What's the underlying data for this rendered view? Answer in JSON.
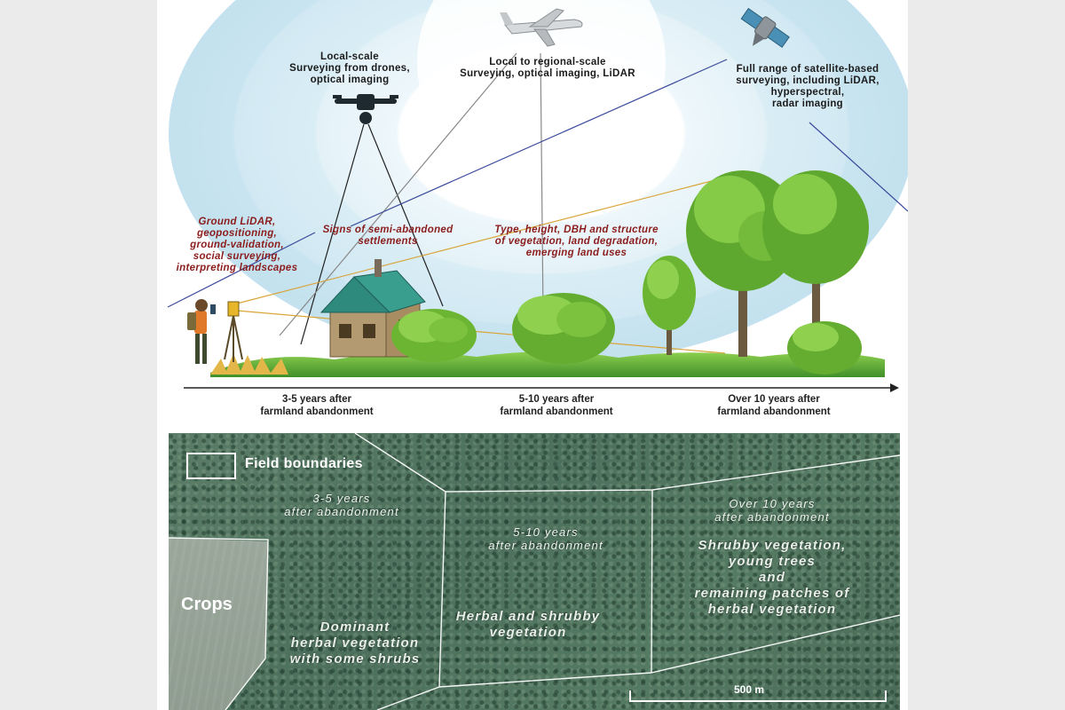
{
  "scan_levels": {
    "drone": [
      "Local-scale",
      "Surveying from drones,",
      "optical imaging"
    ],
    "aircraft": [
      "Local to regional-scale",
      "Surveying, optical imaging, LiDAR"
    ],
    "satellite": [
      "Full range of satellite-based",
      "surveying, including LiDAR,",
      "hyperspectral,",
      "radar imaging"
    ]
  },
  "ground_labels": {
    "ground": [
      "Ground LiDAR,",
      "geopositioning,",
      "ground-validation,",
      "social surveying,",
      "interpreting landscapes"
    ],
    "settlements": [
      "Signs of semi-abandoned",
      "settlements"
    ],
    "vegetation": [
      "Type, height, DBH and structure",
      "of vegetation, land degradation,",
      "emerging land uses"
    ]
  },
  "timeline": [
    [
      "3-5 years after",
      "farmland abandonment"
    ],
    [
      "5-10 years after",
      "farmland abandonment"
    ],
    [
      "Over 10 years after",
      "farmland abandonment"
    ]
  ],
  "photo": {
    "legend": "Field boundaries",
    "crops": "Crops",
    "scale": "500 m",
    "zone1": {
      "period": [
        "3-5 years",
        "after abandonment"
      ],
      "desc": [
        "Dominant",
        "herbal vegetation",
        "with some shrubs"
      ]
    },
    "zone2": {
      "period": [
        "5-10 years",
        "after abandonment"
      ],
      "desc": [
        "Herbal and shrubby",
        "vegetation"
      ]
    },
    "zone3": {
      "period": [
        "Over 10 years",
        "after abandonment"
      ],
      "desc": [
        "Shrubby vegetation,",
        "young trees",
        "and",
        "remaining patches of",
        "herbal vegetation"
      ]
    }
  },
  "colors": {
    "red_text": "#8b1d1d",
    "ring_outer": "#d2eaf4",
    "ring_inner": "#ffffff",
    "foliage": "#7cc23e",
    "roof": "#2f8a7e"
  }
}
